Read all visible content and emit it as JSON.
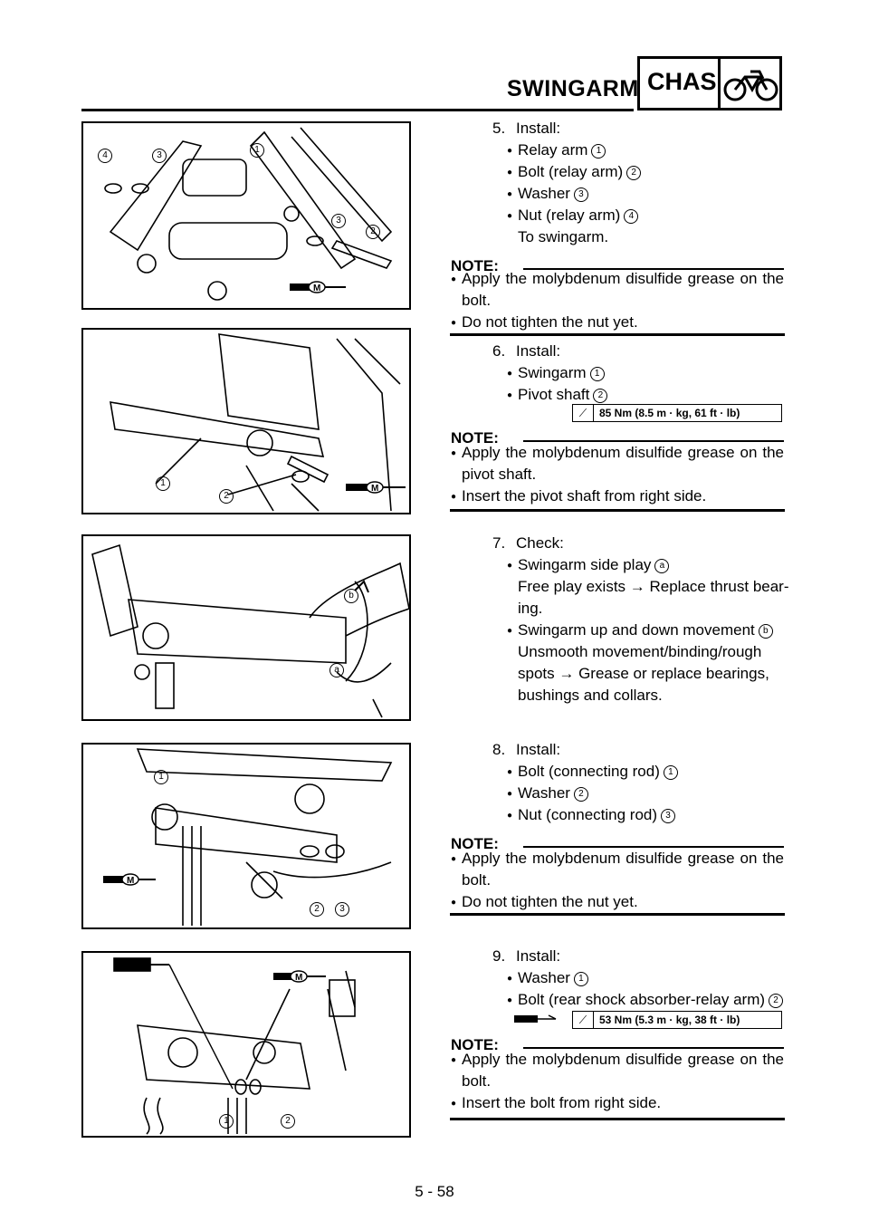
{
  "header": {
    "section_title": "SWINGARM",
    "chapter_code": "CHAS"
  },
  "figures": {
    "fig1": {
      "callouts": [
        "4",
        "3",
        "1",
        "3",
        "2"
      ],
      "grease_mark": "M"
    },
    "fig2": {
      "callouts": [
        "1",
        "2"
      ],
      "grease_mark": "M"
    },
    "fig3": {
      "callouts": [
        "b",
        "a"
      ]
    },
    "fig4": {
      "callouts": [
        "1",
        "2",
        "3"
      ],
      "grease_mark": "M"
    },
    "fig5": {
      "callouts": [
        "1",
        "2"
      ],
      "grease_mark": "M"
    }
  },
  "steps": [
    {
      "number": "5.",
      "action": "Install:",
      "items": [
        {
          "text": "Relay arm",
          "ref": "1"
        },
        {
          "text": "Bolt (relay arm)",
          "ref": "2"
        },
        {
          "text": "Washer",
          "ref": "3"
        },
        {
          "text": "Nut (relay arm)",
          "ref": "4"
        }
      ],
      "extra": "To swingarm.",
      "note_label": "NOTE:",
      "notes": [
        "Apply the molybdenum disulfide grease on the bolt.",
        "Do not tighten the nut yet."
      ]
    },
    {
      "number": "6.",
      "action": "Install:",
      "items": [
        {
          "text": "Swingarm",
          "ref": "1"
        },
        {
          "text": "Pivot shaft",
          "ref": "2"
        }
      ],
      "torque": "85 Nm (8.5 m · kg, 61 ft · lb)",
      "note_label": "NOTE:",
      "notes": [
        "Apply the molybdenum disulfide grease on the pivot shaft.",
        "Insert the pivot shaft from right side."
      ]
    },
    {
      "number": "7.",
      "action": "Check:",
      "items": [
        {
          "text": "Swingarm side play",
          "ref": "a"
        },
        {
          "text": "Swingarm up and down movement",
          "ref": "b"
        }
      ],
      "detail_a_1": "Free play exists → Replace thrust bear-",
      "detail_a_2": "ing.",
      "detail_b_1": "Unsmooth movement/binding/rough",
      "detail_b_2": "spots → Grease or replace bearings,",
      "detail_b_3": "bushings and collars."
    },
    {
      "number": "8.",
      "action": "Install:",
      "items": [
        {
          "text": "Bolt (connecting rod)",
          "ref": "1"
        },
        {
          "text": "Washer",
          "ref": "2"
        },
        {
          "text": "Nut (connecting rod)",
          "ref": "3"
        }
      ],
      "note_label": "NOTE:",
      "notes": [
        "Apply the molybdenum disulfide grease on the bolt.",
        "Do not tighten the nut yet."
      ]
    },
    {
      "number": "9.",
      "action": "Install:",
      "items": [
        {
          "text": "Washer",
          "ref": "1"
        },
        {
          "text": "Bolt (rear shock absorber-relay arm)",
          "ref": "2"
        }
      ],
      "torque": "53 Nm (5.3 m · kg, 38 ft · lb)",
      "note_label": "NOTE:",
      "notes": [
        "Apply the molybdenum disulfide grease on the bolt.",
        "Insert the bolt from right side."
      ]
    }
  ],
  "footer": {
    "page_number": "5 - 58"
  }
}
